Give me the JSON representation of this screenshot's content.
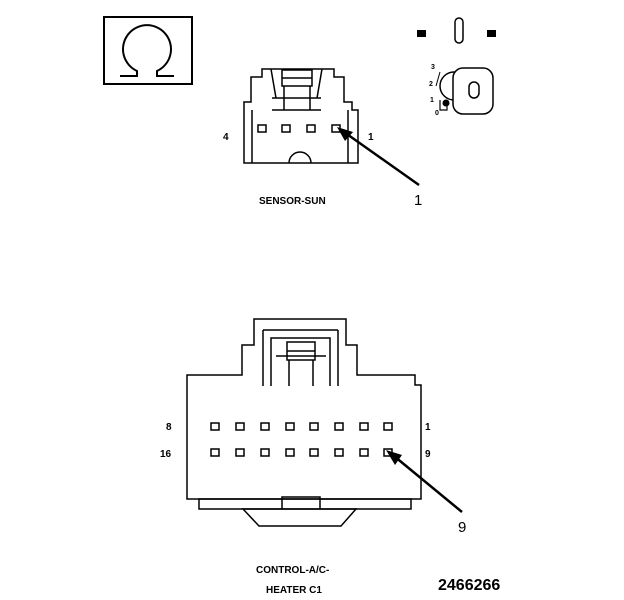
{
  "colors": {
    "ink": "#000000",
    "background": "#ffffff"
  },
  "icons": {
    "symbol": "omega-icon",
    "ignition": "ignition-key-icon"
  },
  "sensor_sun": {
    "caption": "SENSOR-SUN",
    "pin_left": "4",
    "pin_right": "1",
    "callout": "1"
  },
  "control_ac_heater": {
    "caption_line1": "CONTROL-A/C-",
    "caption_line2": "HEATER C1",
    "pin_top_left": "8",
    "pin_top_right": "1",
    "pin_bottom_left": "16",
    "pin_bottom_right": "9",
    "callout": "9"
  },
  "ignition_positions": [
    "3",
    "2",
    "1",
    "0"
  ],
  "figure_number": "2466266"
}
